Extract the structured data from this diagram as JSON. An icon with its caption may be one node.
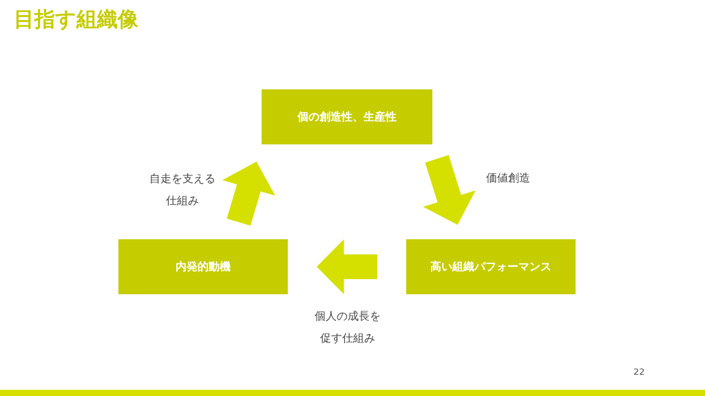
{
  "diagram": {
    "title": "目指す組織像",
    "nodes": [
      {
        "text": [
          "個の創造性、生産性"
        ]
      },
      {
        "text": [
          "高い組織パフォーマンス"
        ]
      },
      {
        "text": [
          "内発的動機"
        ]
      }
    ],
    "edges": [
      {
        "from": 0,
        "to": 1,
        "arrow": "to",
        "label": "価値創造"
      },
      {
        "from": 1,
        "to": 2,
        "arrow": "to",
        "label": "個人の成長を促す仕組み"
      },
      {
        "from": 2,
        "to": 0,
        "arrow": "to",
        "label": "自走を支える仕組み"
      }
    ],
    "labels": [
      "22"
    ]
  }
}
